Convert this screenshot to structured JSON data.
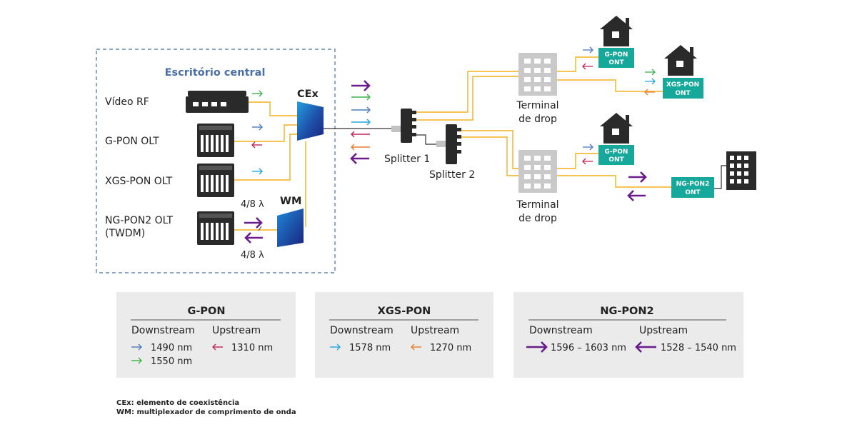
{
  "office": {
    "title": "Escritório central",
    "video_rf": "Vídeo RF",
    "gpon_olt": "G-PON OLT",
    "xgspon_olt": "XGS-PON OLT",
    "ngpon2_olt_line1": "NG-PON2 OLT",
    "ngpon2_olt_line2": "(TWDM)",
    "cex": "CEx",
    "wm": "WM",
    "lambda_top": "4/8 λ",
    "lambda_bottom": "4/8 λ"
  },
  "network": {
    "splitter1": "Splitter 1",
    "splitter2": "Splitter 2",
    "terminal_line1": "Terminal",
    "terminal_line2": "de drop",
    "ont_gpon_line1": "G-PON",
    "ont_gpon_line2": "ONT",
    "ont_xgspon_line1": "XGS-PON",
    "ont_xgspon_line2": "ONT",
    "ont_ngpon2_line1": "NG-PON2",
    "ont_ngpon2_line2": "ONT"
  },
  "legend": {
    "gpon": {
      "title": "G-PON",
      "downstream": "Downstream",
      "upstream": "Upstream",
      "down_values": [
        "1490 nm",
        "1550 nm"
      ],
      "up_values": [
        "1310 nm"
      ]
    },
    "xgspon": {
      "title": "XGS-PON",
      "downstream": "Downstream",
      "upstream": "Upstream",
      "down_values": [
        "1578 nm"
      ],
      "up_values": [
        "1270 nm"
      ]
    },
    "ngpon2": {
      "title": "NG-PON2",
      "downstream": "Downstream",
      "upstream": "Upstream",
      "down_values": [
        "1596 – 1603 nm"
      ],
      "up_values": [
        "1528 – 1540 nm"
      ]
    }
  },
  "footnotes": [
    "CEx: elemento de coexistência",
    "WM: multiplexador de comprimento de onda"
  ],
  "colors": {
    "fiber": "#f2b11c",
    "blue": "#4a7bc0",
    "green": "#3cb44a",
    "crimson": "#c0245a",
    "cyan": "#1fa7e0",
    "orange": "#e87c2e",
    "purple": "#6a1b8c",
    "teal": "#16a89b",
    "office_title": "#4a6fa5"
  }
}
